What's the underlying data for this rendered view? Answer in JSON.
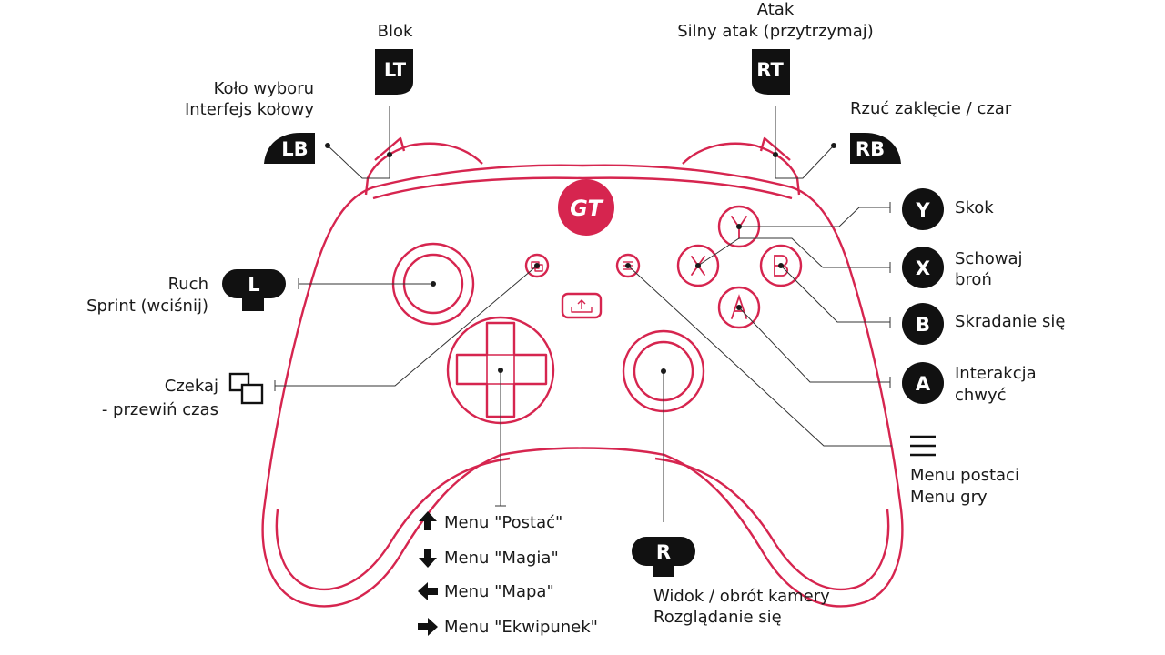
{
  "colors": {
    "accent": "#d6254f",
    "ink": "#1a1a1a",
    "paper": "#ffffff"
  },
  "logo": {
    "text": "GT"
  },
  "bumpers": {
    "lt": {
      "badge": "LT",
      "label": "Blok"
    },
    "rt": {
      "badge": "RT",
      "label_1": "Atak",
      "label_2": "Silny atak (przytrzymaj)"
    },
    "lb": {
      "badge": "LB",
      "label_1": "Koło wyboru",
      "label_2": "Interfejs kołowy"
    },
    "rb": {
      "badge": "RB",
      "label": "Rzuć zaklęcie / czar"
    }
  },
  "face_buttons": {
    "y": {
      "glyph": "Y",
      "badge": "Y",
      "label_1": "Skok"
    },
    "x": {
      "glyph": "X",
      "badge": "X",
      "label_1": "Schowaj",
      "label_2": "broń"
    },
    "b": {
      "glyph": "B",
      "badge": "B",
      "label_1": "Skradanie się"
    },
    "a": {
      "glyph": "A",
      "badge": "A",
      "label_1": "Interakcja",
      "label_2": "chwyć"
    }
  },
  "left_stick": {
    "badge": "L",
    "label_1": "Ruch",
    "label_2": "Sprint (wciśnij)"
  },
  "right_stick": {
    "badge": "R",
    "label_1": "Widok / obrót kamery",
    "label_2": "Rozglądanie się"
  },
  "view_button": {
    "icon": "view-icon",
    "label_1": "Czekaj",
    "label_2": "- przewiń czas"
  },
  "menu_button": {
    "icon": "menu-icon",
    "label_1": "Menu postaci",
    "label_2": "Menu gry"
  },
  "dpad": {
    "items": [
      {
        "icon": "arrow-up-icon",
        "label": "Menu \"Postać\""
      },
      {
        "icon": "arrow-down-icon",
        "label": "Menu \"Magia\""
      },
      {
        "icon": "arrow-left-icon",
        "label": "Menu \"Mapa\""
      },
      {
        "icon": "arrow-right-icon",
        "label": "Menu \"Ekwipunek\""
      }
    ]
  }
}
